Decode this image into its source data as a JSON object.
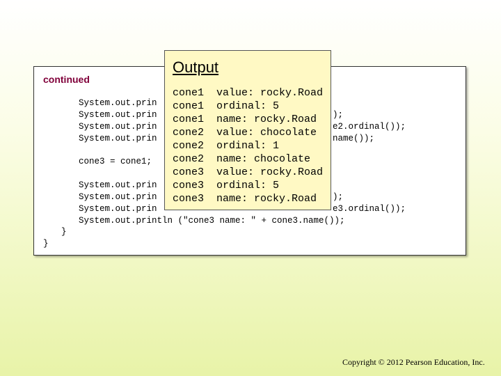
{
  "continued_label": "continued",
  "code_lines": [
    "System.out.prin",
    "System.out.prin",
    "System.out.prin",
    "System.out.prin",
    "cone3 = cone1;",
    "System.out.prin",
    "System.out.prin",
    "System.out.prin",
    "System.out.println (\"cone3 name: \" + cone3.name());",
    "}",
    "}"
  ],
  "code_fragments": [
    ");",
    "e2.ordinal());",
    "name());",
    ");",
    "e3.ordinal());"
  ],
  "output": {
    "title": "Output",
    "lines": [
      "cone1  value: rocky.Road",
      "cone1  ordinal: 5",
      "cone1  name: rocky.Road",
      "cone2  value: chocolate",
      "cone2  ordinal: 1",
      "cone2  name: chocolate",
      "cone3  value: rocky.Road",
      "cone3  ordinal: 5",
      "cone3  name: rocky.Road"
    ]
  },
  "copyright": "Copyright © 2012 Pearson Education, Inc."
}
